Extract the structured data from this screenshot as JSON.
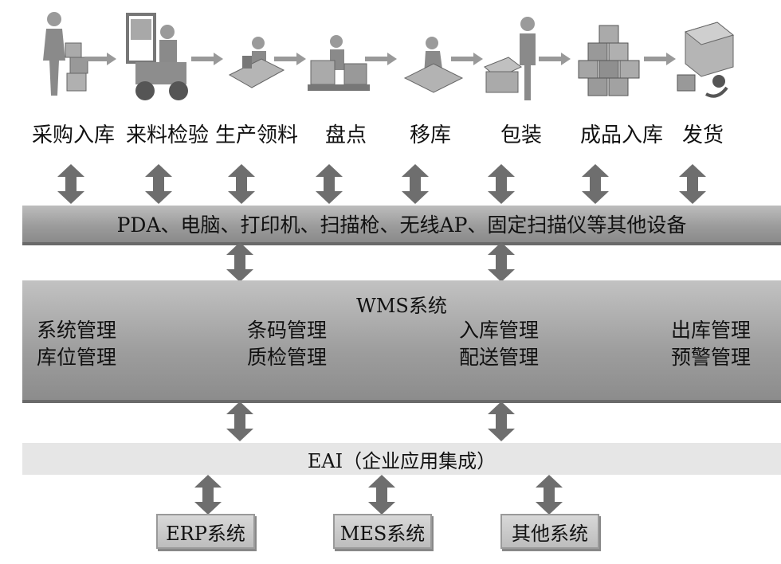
{
  "process_steps": [
    {
      "label": "采购入库",
      "icon": "worker-with-boxes-icon"
    },
    {
      "label": "来料检验",
      "icon": "forklift-operator-icon"
    },
    {
      "label": "生产领料",
      "icon": "worker-at-desk-icon"
    },
    {
      "label": "盘点",
      "icon": "inventory-count-icon"
    },
    {
      "label": "移库",
      "icon": "pallet-transfer-icon"
    },
    {
      "label": "包装",
      "icon": "packing-worker-icon"
    },
    {
      "label": "成品入库",
      "icon": "stacked-boxes-icon"
    },
    {
      "label": "发货",
      "icon": "delivery-truck-icon"
    }
  ],
  "device_layer": {
    "label": "PDA、电脑、打印机、扫描枪、无线AP、固定扫描仪等其他设备"
  },
  "wms": {
    "title": "WMS系统",
    "modules": [
      [
        "系统管理",
        "库位管理"
      ],
      [
        "条码管理",
        "质检管理"
      ],
      [
        "入库管理",
        "配送管理"
      ],
      [
        "出库管理",
        "预警管理"
      ]
    ]
  },
  "eai": {
    "label": "EAI（企业应用集成）"
  },
  "systems": [
    "ERP系统",
    "MES系统",
    "其他系统"
  ],
  "colors": {
    "bar_dark": "#9c9c9c",
    "bar_light": "#e6e6e6",
    "arrow": "#6e6e6e",
    "icon": "#8a8a8a"
  }
}
